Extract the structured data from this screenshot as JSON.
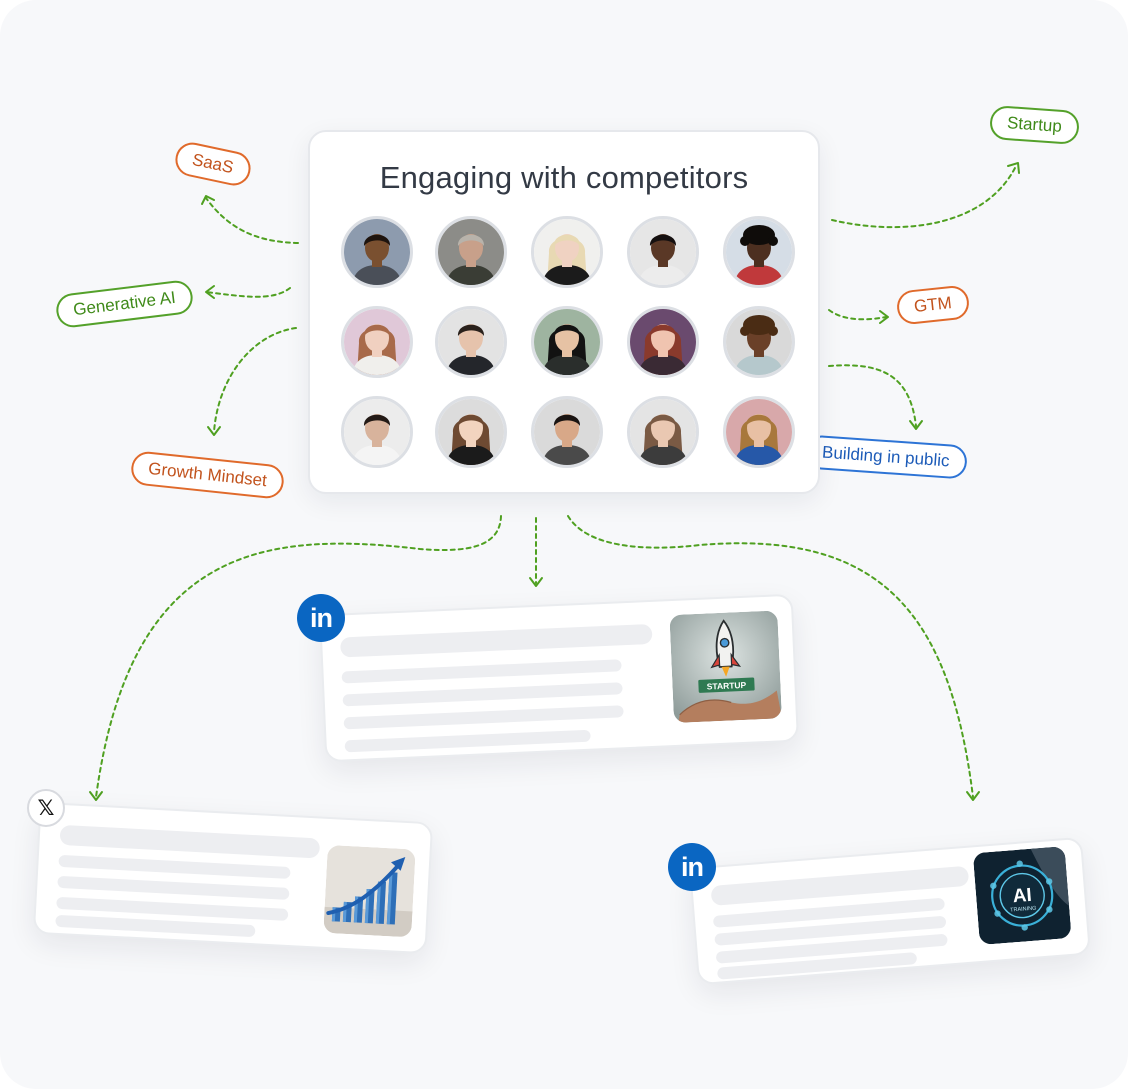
{
  "main_card": {
    "title": "Engaging with competitors",
    "avatars": [
      {
        "bg": "#8d9bae",
        "skin": "#7a5030",
        "hair": "#1e140e",
        "shirt": "#4a4f58",
        "hair_style": "short"
      },
      {
        "bg": "#8c8c88",
        "skin": "#c8a08a",
        "hair": "#b8b3ab",
        "shirt": "#3a3d35",
        "hair_style": "short"
      },
      {
        "bg": "#f0f0ee",
        "skin": "#f0d2c2",
        "hair": "#e8d9b3",
        "shirt": "#1b1b1b",
        "hair_style": "long"
      },
      {
        "bg": "#e6e6e6",
        "skin": "#5a3826",
        "hair": "#151010",
        "shirt": "#ececec",
        "hair_style": "short"
      },
      {
        "bg": "#d5dde6",
        "skin": "#4c2f20",
        "hair": "#0f0c0a",
        "shirt": "#c0393b",
        "hair_style": "curly"
      },
      {
        "bg": "#e0c8d8",
        "skin": "#f0d0c0",
        "hair": "#a86a4a",
        "shirt": "#f0efec",
        "hair_style": "long"
      },
      {
        "bg": "#e3e3e3",
        "skin": "#e6c3ac",
        "hair": "#2a211c",
        "shirt": "#24262b",
        "hair_style": "short"
      },
      {
        "bg": "#9eb4a0",
        "skin": "#e6c2a4",
        "hair": "#121212",
        "shirt": "#2a2e2c",
        "hair_style": "long"
      },
      {
        "bg": "#6a4a6e",
        "skin": "#f0c4b0",
        "hair": "#8a3a2c",
        "shirt": "#3a2a34",
        "hair_style": "long"
      },
      {
        "bg": "#d9d9d9",
        "skin": "#6a4028",
        "hair": "#4a2c14",
        "shirt": "#b5c8cc",
        "hair_style": "curly"
      },
      {
        "bg": "#ececec",
        "skin": "#d8b39c",
        "hair": "#231a16",
        "shirt": "#f4f4f4",
        "hair_style": "short"
      },
      {
        "bg": "#dcdcdc",
        "skin": "#f2d4bf",
        "hair": "#6e4a32",
        "shirt": "#1b1b1b",
        "hair_style": "long"
      },
      {
        "bg": "#dadada",
        "skin": "#d8a888",
        "hair": "#1a1412",
        "shirt": "#4a4a4a",
        "hair_style": "short"
      },
      {
        "bg": "#e4e4e4",
        "skin": "#eac8b2",
        "hair": "#7a5a44",
        "shirt": "#3c3c3c",
        "hair_style": "long"
      },
      {
        "bg": "#d8a8aa",
        "skin": "#e8c0a4",
        "hair": "#a8783c",
        "shirt": "#2658a8",
        "hair_style": "long"
      }
    ]
  },
  "tags": {
    "saas": "SaaS",
    "generative_ai": "Generative AI",
    "growth_mindset": "Growth Mindset",
    "startup": "Startup",
    "gtm": "GTM",
    "building_in_public": "Building in public"
  },
  "posts": {
    "linkedin_center": {
      "platform_icon": "linkedin-icon",
      "badge_text": "in",
      "image": "startup-rocket",
      "image_label": "STARTUP"
    },
    "x_left": {
      "platform_icon": "x-icon",
      "badge_text": "𝕏",
      "image": "growth-chart"
    },
    "linkedin_right": {
      "platform_icon": "linkedin-icon",
      "badge_text": "in",
      "image": "ai-training",
      "image_title": "AI",
      "image_subtitle": "TRAINING"
    }
  },
  "colors": {
    "arrow": "#4fa020",
    "tag_orange": "#e06a2b",
    "tag_green": "#54a12a",
    "tag_blue": "#2d74d6",
    "linkedin": "#0a66c2",
    "background": "#f7f8fa"
  }
}
